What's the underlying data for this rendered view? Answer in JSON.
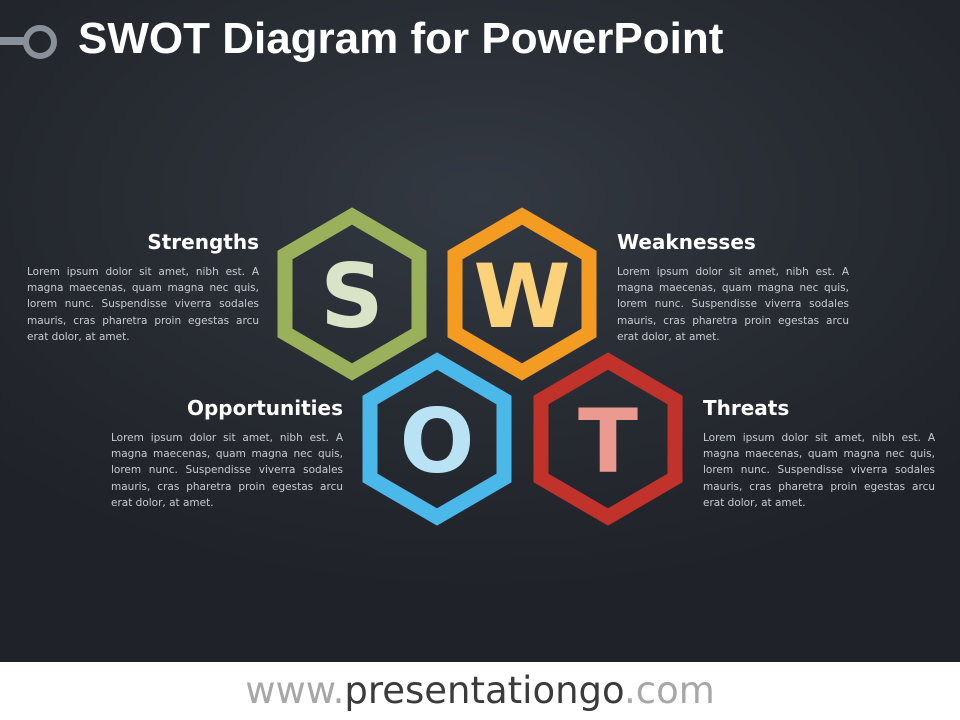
{
  "title": "SWOT Diagram for PowerPoint",
  "colors": {
    "strengths": "#9bb05a",
    "strengths_letter": "#d9e3c7",
    "weaknesses": "#f39c21",
    "weaknesses_letter": "#fbd27a",
    "opportunities": "#4bb8ea",
    "opportunities_letter": "#b9e3f5",
    "threats": "#c0322a",
    "threats_letter": "#ea9a8e"
  },
  "letters": {
    "s": "S",
    "w": "W",
    "o": "O",
    "t": "T"
  },
  "sections": {
    "strengths": {
      "heading": "Strengths",
      "body": "Lorem ipsum dolor sit amet, nibh est. A magna maecenas, quam magna nec quis, lorem nunc. Suspendisse viverra sodales mauris, cras pharetra proin egestas arcu erat dolor, at amet."
    },
    "weaknesses": {
      "heading": "Weaknesses",
      "body": "Lorem ipsum dolor sit amet, nibh est. A magna maecenas, quam magna nec quis, lorem nunc. Suspendisse viverra sodales mauris, cras pharetra proin egestas arcu erat dolor, at amet."
    },
    "opportunities": {
      "heading": "Opportunities",
      "body": "Lorem ipsum dolor sit amet, nibh est. A magna maecenas, quam magna nec quis, lorem nunc. Suspendisse viverra sodales mauris, cras pharetra proin egestas arcu erat dolor, at amet."
    },
    "threats": {
      "heading": "Threats",
      "body": "Lorem ipsum dolor sit amet, nibh est. A magna maecenas, quam magna nec quis, lorem nunc. Suspendisse viverra sodales mauris, cras pharetra proin egestas arcu erat dolor, at amet."
    }
  },
  "footer": {
    "prefix": "www.",
    "domain": "presentationgo",
    "suffix": ".com"
  }
}
